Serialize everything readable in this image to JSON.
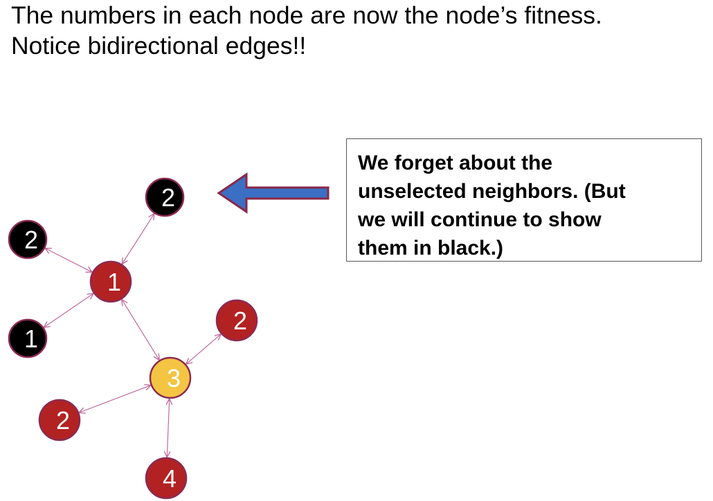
{
  "slide": {
    "title_lines": [
      "The numbers in each node are now the node’s fitness.",
      "Notice bidirectional edges!!"
    ],
    "callout_lines": [
      "We forget about the",
      "unselected neighbors. (But",
      "we will continue to show",
      "them in black.)"
    ]
  },
  "diagram": {
    "node_colors": {
      "unselected": "#000000",
      "neighbor": "#b22222",
      "current": "#f4c542",
      "border": "#8b2a52",
      "edge": "#c26a9c",
      "arrow_fill": "#3a6fc4",
      "arrow_stroke": "#8a2846"
    },
    "nodes": [
      {
        "id": "top-black",
        "label": "2",
        "state": "unselected"
      },
      {
        "id": "left-black",
        "label": "2",
        "state": "unselected"
      },
      {
        "id": "center-red",
        "label": "1",
        "state": "neighbor"
      },
      {
        "id": "lower-left-black",
        "label": "1",
        "state": "unselected"
      },
      {
        "id": "right-red",
        "label": "2",
        "state": "neighbor"
      },
      {
        "id": "yellow",
        "label": "3",
        "state": "current"
      },
      {
        "id": "bottom-left-red",
        "label": "2",
        "state": "neighbor"
      },
      {
        "id": "bottom-red",
        "label": "4",
        "state": "neighbor"
      }
    ],
    "edges": [
      [
        "center-red",
        "top-black"
      ],
      [
        "center-red",
        "left-black"
      ],
      [
        "center-red",
        "lower-left-black"
      ],
      [
        "center-red",
        "yellow"
      ],
      [
        "yellow",
        "right-red"
      ],
      [
        "yellow",
        "bottom-left-red"
      ],
      [
        "yellow",
        "bottom-red"
      ]
    ]
  }
}
